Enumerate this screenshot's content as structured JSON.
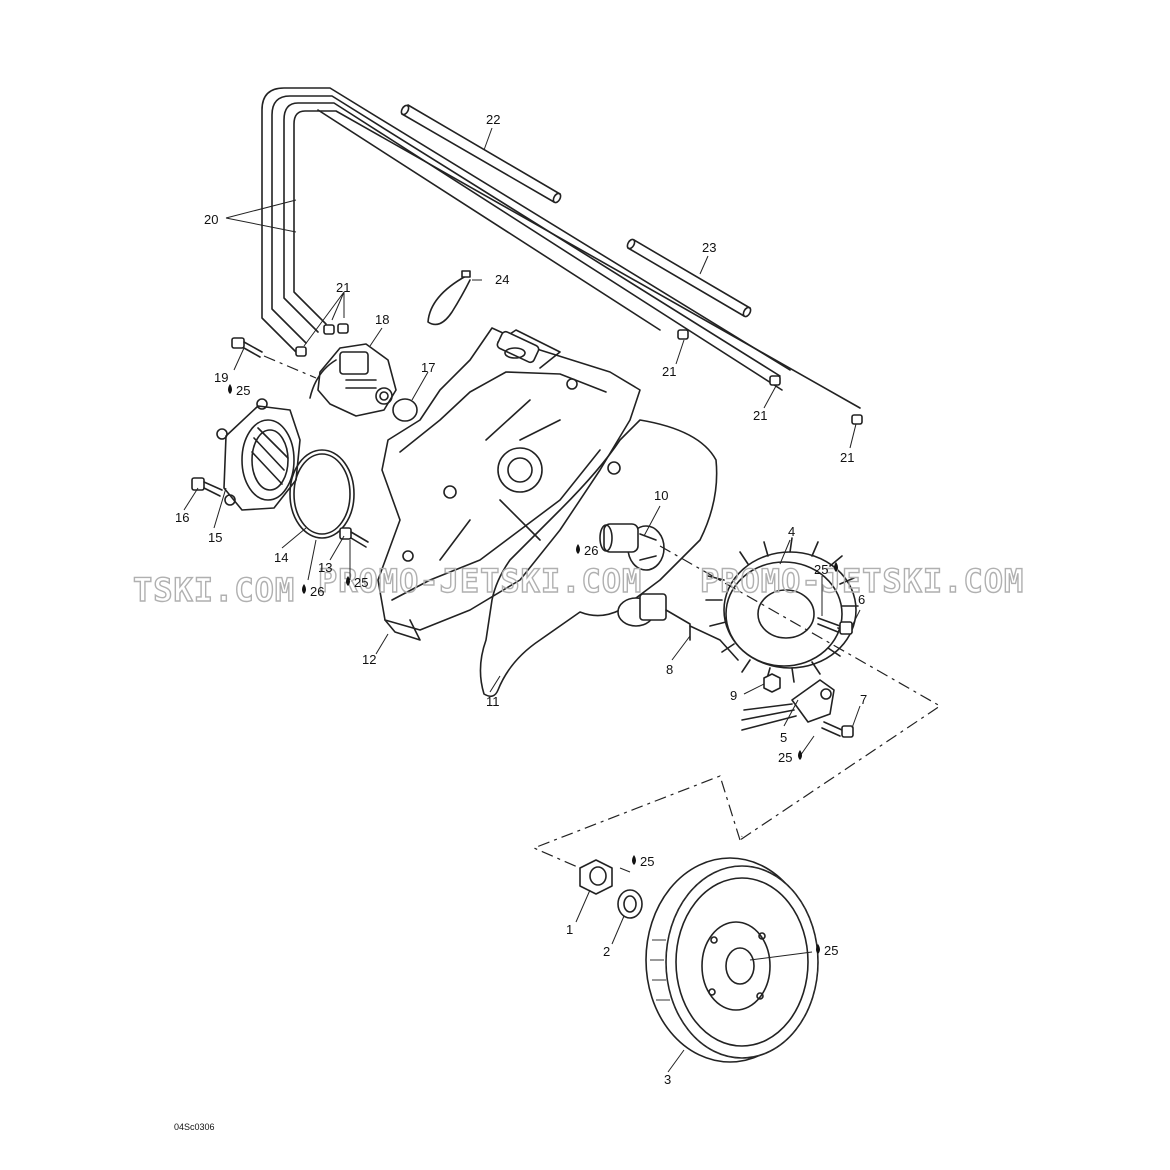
{
  "watermark": {
    "left": "TSKI.COM",
    "center": "PROMO-JETSKI.COM",
    "right": "PROMO-JETSKI.COM"
  },
  "diagram_code": "04Sc0306",
  "callouts": {
    "c1": "1",
    "c2": "2",
    "c3": "3",
    "c4": "4",
    "c5": "5",
    "c6": "6",
    "c7": "7",
    "c8": "8",
    "c9": "9",
    "c10": "10",
    "c11": "11",
    "c12": "12",
    "c13": "13",
    "c14": "14",
    "c15": "15",
    "c16": "16",
    "c17": "17",
    "c18": "18",
    "c19": "19",
    "c20": "20",
    "c21a": "21",
    "c21b": "21",
    "c21c": "21",
    "c21d": "21",
    "c22": "22",
    "c23": "23",
    "c24": "24"
  },
  "lube": {
    "l25_19": "25",
    "l25_13": "25",
    "l26_14": "26",
    "l26_10": "26",
    "l25_6": "25",
    "l25_7": "25",
    "l25_1": "25",
    "l25_3": "25"
  }
}
